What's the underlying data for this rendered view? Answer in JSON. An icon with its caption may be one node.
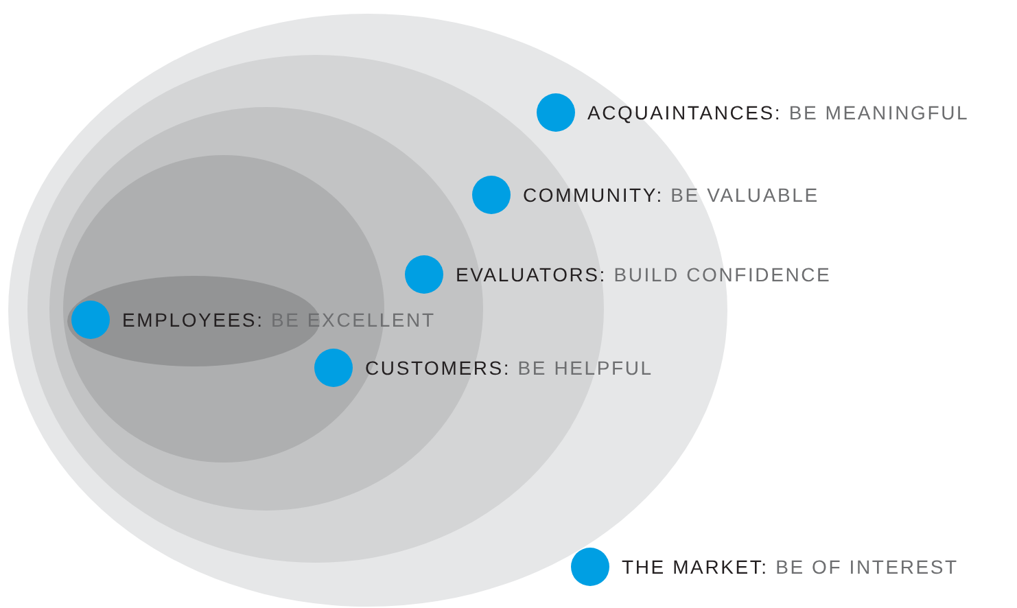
{
  "diagram": {
    "nodes": [
      {
        "text": [
          "**ACQUAINTANCES:** BE MEANINGFUL"
        ]
      },
      {
        "text": [
          "**COMMUNITY:** BE VALUABLE"
        ]
      },
      {
        "text": [
          "**EVALUATORS:** BUILD CONFIDENCE"
        ]
      },
      {
        "text": [
          "**EMPLOYEES:** BE EXCELLENT"
        ]
      },
      {
        "text": [
          "**CUSTOMERS:** BE HELPFUL"
        ]
      },
      {
        "text": [
          "**THE MARKET:** BE OF INTEREST"
        ]
      }
    ]
  }
}
